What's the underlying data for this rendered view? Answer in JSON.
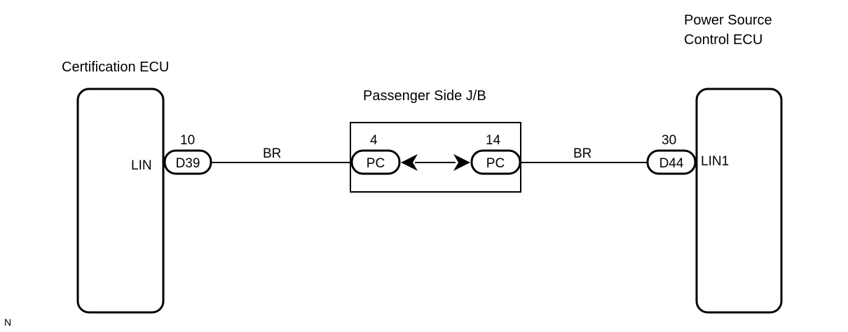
{
  "components": {
    "left": {
      "title": "Certification ECU",
      "pin_number": "10",
      "connector": "D39",
      "pin_name": "LIN"
    },
    "middle": {
      "title": "Passenger Side J/B",
      "left_pin_number": "4",
      "left_connector": "PC",
      "right_pin_number": "14",
      "right_connector": "PC"
    },
    "right": {
      "title_line1": "Power Source",
      "title_line2": "Control ECU",
      "pin_number": "30",
      "connector": "D44",
      "pin_name": "LIN1"
    }
  },
  "wires": {
    "left_color": "BR",
    "right_color": "BR"
  },
  "corner_mark": "N"
}
